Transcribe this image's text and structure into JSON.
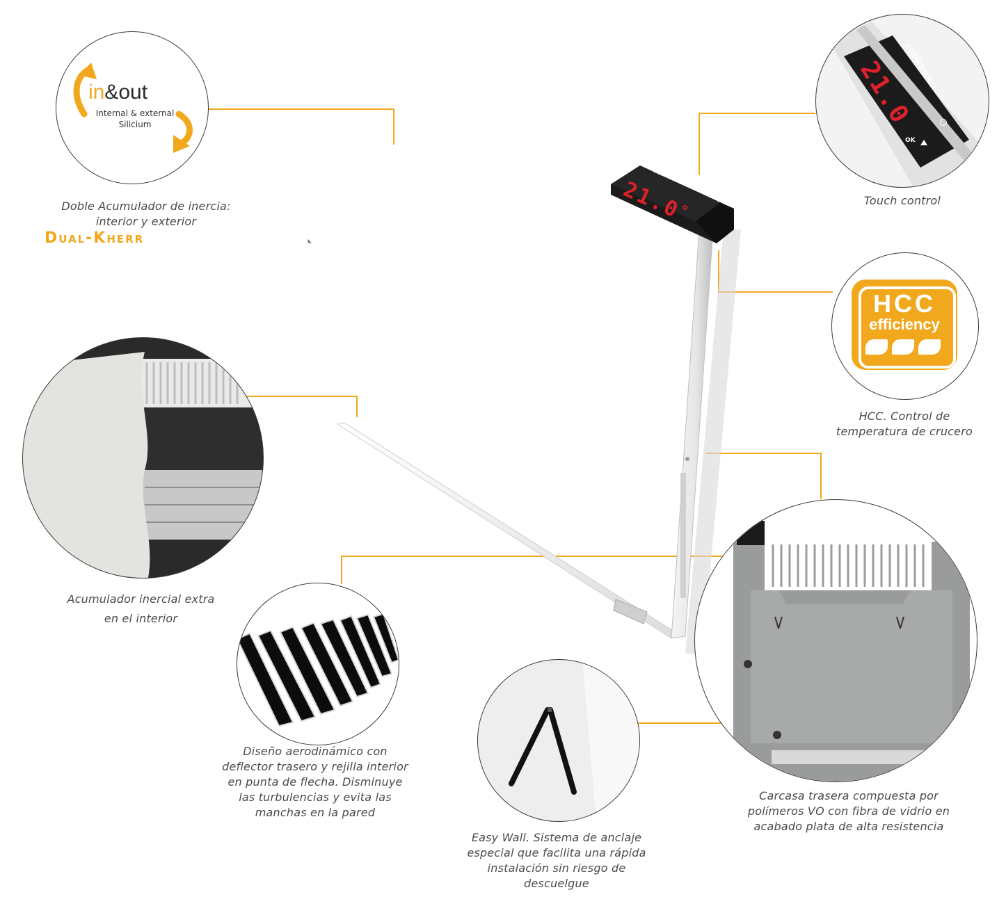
{
  "badges": {
    "inout": {
      "title_a": "in",
      "title_b": "&",
      "title_c": "out",
      "line1": "Internal & external",
      "line2": "Silicium"
    },
    "hcc": {
      "top": "HCC",
      "bottom": "efficiency"
    }
  },
  "display": {
    "brand": "CLIMASTAR",
    "subtitle": "thermal system",
    "temperature": "21.0",
    "unit": "°",
    "ok_label": "OK"
  },
  "captions": {
    "dual_kherr_line1": "Doble Acumulador de inercia:",
    "dual_kherr_line2": "interior y exterior",
    "dual_kherr_brand": "Dual-Kherr",
    "touch_control": "Touch control",
    "hcc_line1": "HCC. Control de",
    "hcc_line2": "temperatura de crucero",
    "acumulador_line1": "Acumulador inercial extra",
    "acumulador_line2": "en el interior",
    "diseno_line1": "Diseño aerodinámico con",
    "diseno_line2": "deflector trasero y rejilla interior",
    "diseno_line3": "en punta de flecha. Disminuye",
    "diseno_line4": "las turbulencias y evita las",
    "diseno_line5": "manchas en la pared",
    "easywall_line1": "Easy Wall. Sistema de anclaje",
    "easywall_line2": "especial que facilita una rápida",
    "easywall_line3": "instalación sin riesgo de",
    "easywall_line4": "descuelgue",
    "carcasa_line1": "Carcasa trasera compuesta por",
    "carcasa_line2": "polímeros VO con fibra de vidrio en",
    "carcasa_line3": "acabado plata de alta resistencia"
  },
  "colors": {
    "accent": "#f2a81d",
    "display_bg": "#1a1a1a",
    "digits": "#e0202a",
    "outline": "#3a3a3a"
  }
}
